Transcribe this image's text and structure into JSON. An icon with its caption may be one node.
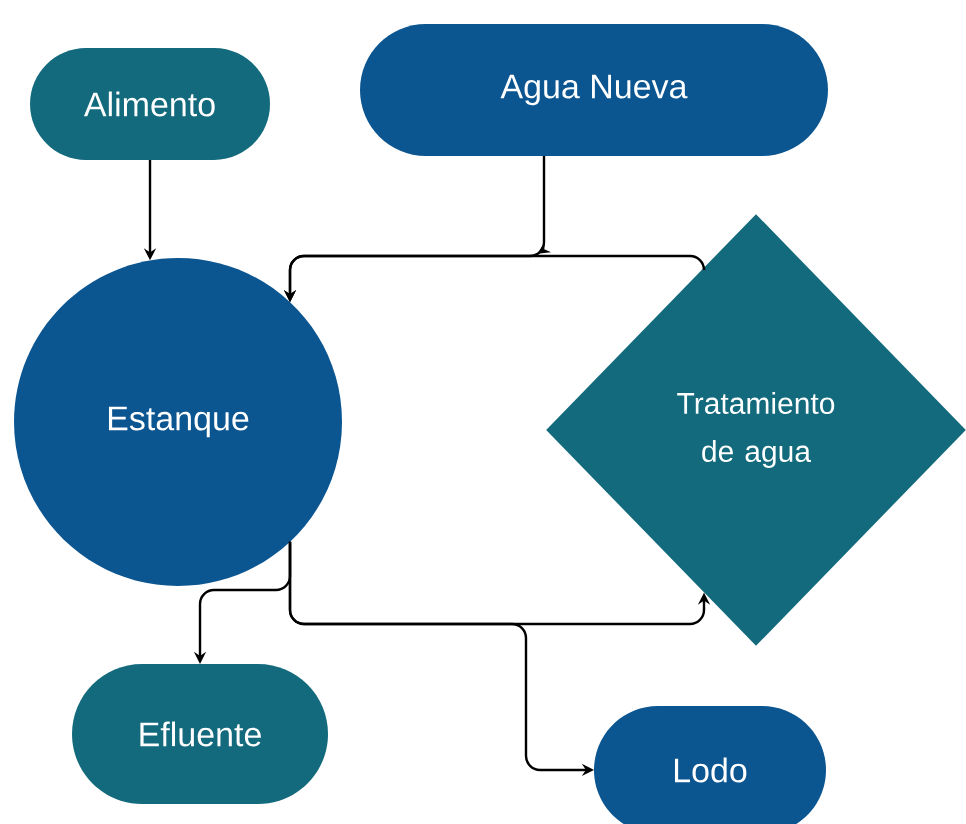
{
  "diagram": {
    "nodes": [
      {
        "text": [
          "Alimento"
        ]
      },
      {
        "text": [
          "Agua Nueva"
        ]
      },
      {
        "text": [
          "Estanque"
        ]
      },
      {
        "text": [
          "Tratamiento de agua"
        ]
      },
      {
        "text": [
          "Efluente"
        ]
      },
      {
        "text": [
          "Lodo"
        ]
      }
    ],
    "edges": [
      {
        "from": 0,
        "to": 2,
        "arrow": "to"
      },
      {
        "from": 1,
        "to": 2,
        "arrow": "to"
      },
      {
        "from": 3,
        "to": 2,
        "arrow": "to"
      },
      {
        "from": 2,
        "to": 3,
        "arrow": "to"
      },
      {
        "from": 2,
        "to": 4,
        "arrow": "to"
      },
      {
        "from": 2,
        "to": 5,
        "arrow": "to"
      }
    ]
  }
}
